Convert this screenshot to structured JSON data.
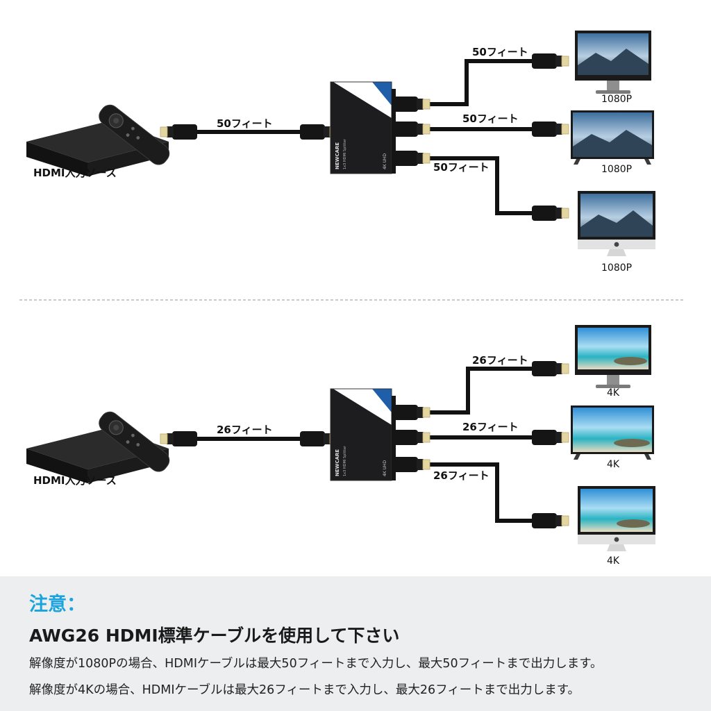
{
  "sections": [
    {
      "source_label": "HDMI入力ソース",
      "input_cable_label": "50フィート",
      "outputs": [
        {
          "cable_label": "50フィート",
          "resolution": "1080P",
          "display": "monitor"
        },
        {
          "cable_label": "50フィート",
          "resolution": "1080P",
          "display": "tv"
        },
        {
          "cable_label": "50フィート",
          "resolution": "1080P",
          "display": "imac"
        }
      ]
    },
    {
      "source_label": "HDMI入力ソース",
      "input_cable_label": "26フィート",
      "outputs": [
        {
          "cable_label": "26フィート",
          "resolution": "4K",
          "display": "monitor"
        },
        {
          "cable_label": "26フィート",
          "resolution": "4K",
          "display": "tv"
        },
        {
          "cable_label": "26フィート",
          "resolution": "4K",
          "display": "imac"
        }
      ]
    }
  ],
  "splitter": {
    "brand": "NEWCARE",
    "model": "1x3 HDMI Splitter",
    "badge": "4K UHD"
  },
  "note": {
    "title": "注意：",
    "heading": "AWG26 HDMI標準ケーブルを使用して下さい",
    "line1": "解像度が1080Pの場合、HDMIケーブルは最大50フィートまで入力し、最大50フィートまで出力します。",
    "line2": "解像度が4Kの場合、HDMIケーブルは最大26フィートまで入力し、最大26フィートまで出力します。"
  },
  "colors": {
    "accent": "#1aa3dc",
    "note_bg": "#eceeef",
    "cable": "#111111",
    "splitter_blue": "#1f5ea8",
    "plug_gold": "#e8d9a6"
  }
}
